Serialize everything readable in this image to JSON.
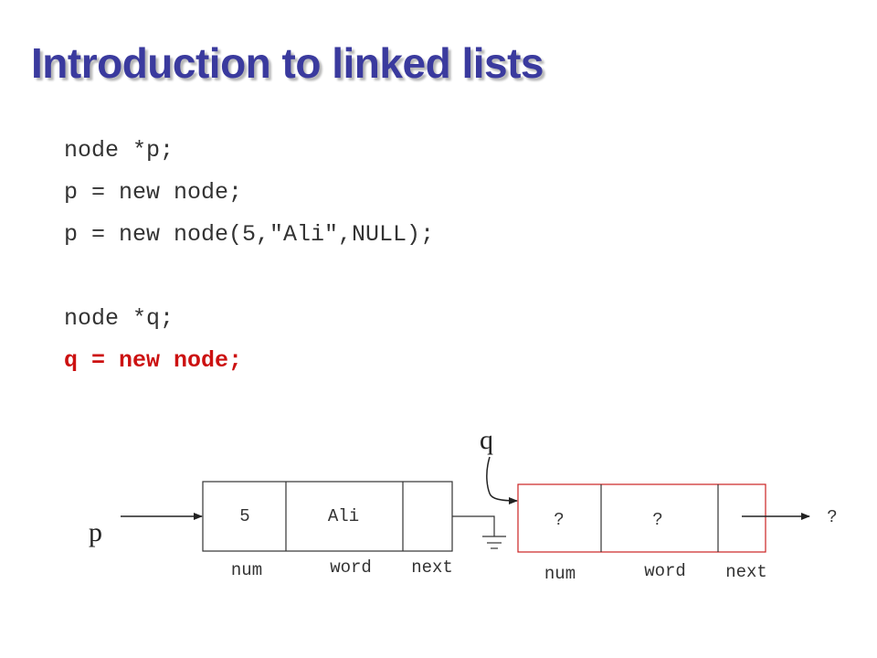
{
  "slide": {
    "title": "Introduction to linked lists"
  },
  "code_lines": [
    "node *p;",
    "p = new node;",
    "p = new node(5,\"Ali\",NULL);",
    "node *q;",
    "q = new node;"
  ],
  "diagram": {
    "pointer_p": "p",
    "pointer_q": "q",
    "node1": {
      "num": "5",
      "word": "Ali",
      "next": "",
      "label_num": "num",
      "label_word": "word",
      "label_next": "next"
    },
    "node2": {
      "num": "?",
      "word": "?",
      "next": "",
      "label_num": "num",
      "label_word": "word",
      "label_next": "next",
      "next_target": "?"
    },
    "colors": {
      "title": "#3a3a9e",
      "highlight": "#cc1111",
      "new_node_border": "#cc2222"
    }
  }
}
